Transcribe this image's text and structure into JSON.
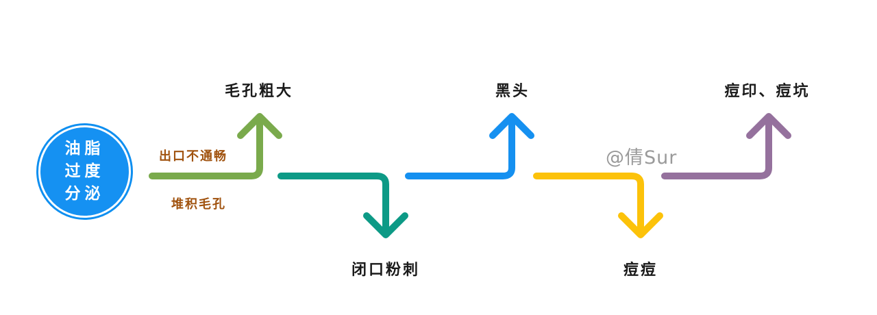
{
  "start": {
    "lines": [
      "油脂",
      "过度",
      "分泌"
    ],
    "color": "#1591f2"
  },
  "causes": {
    "line1": "出口不通畅",
    "line2": "堆积毛孔",
    "color": "#a0520e"
  },
  "stages": [
    {
      "label": "毛孔粗大",
      "direction": "up",
      "color": "#7aaa4c"
    },
    {
      "label": "闭口粉刺",
      "direction": "down",
      "color": "#0d9a86"
    },
    {
      "label": "黑头",
      "direction": "up",
      "color": "#1590f0"
    },
    {
      "label": "痘痘",
      "direction": "down",
      "color": "#fcc20a"
    },
    {
      "label": "痘印、痘坑",
      "direction": "up",
      "color": "#95719d"
    }
  ],
  "watermark": "@倩Sur"
}
